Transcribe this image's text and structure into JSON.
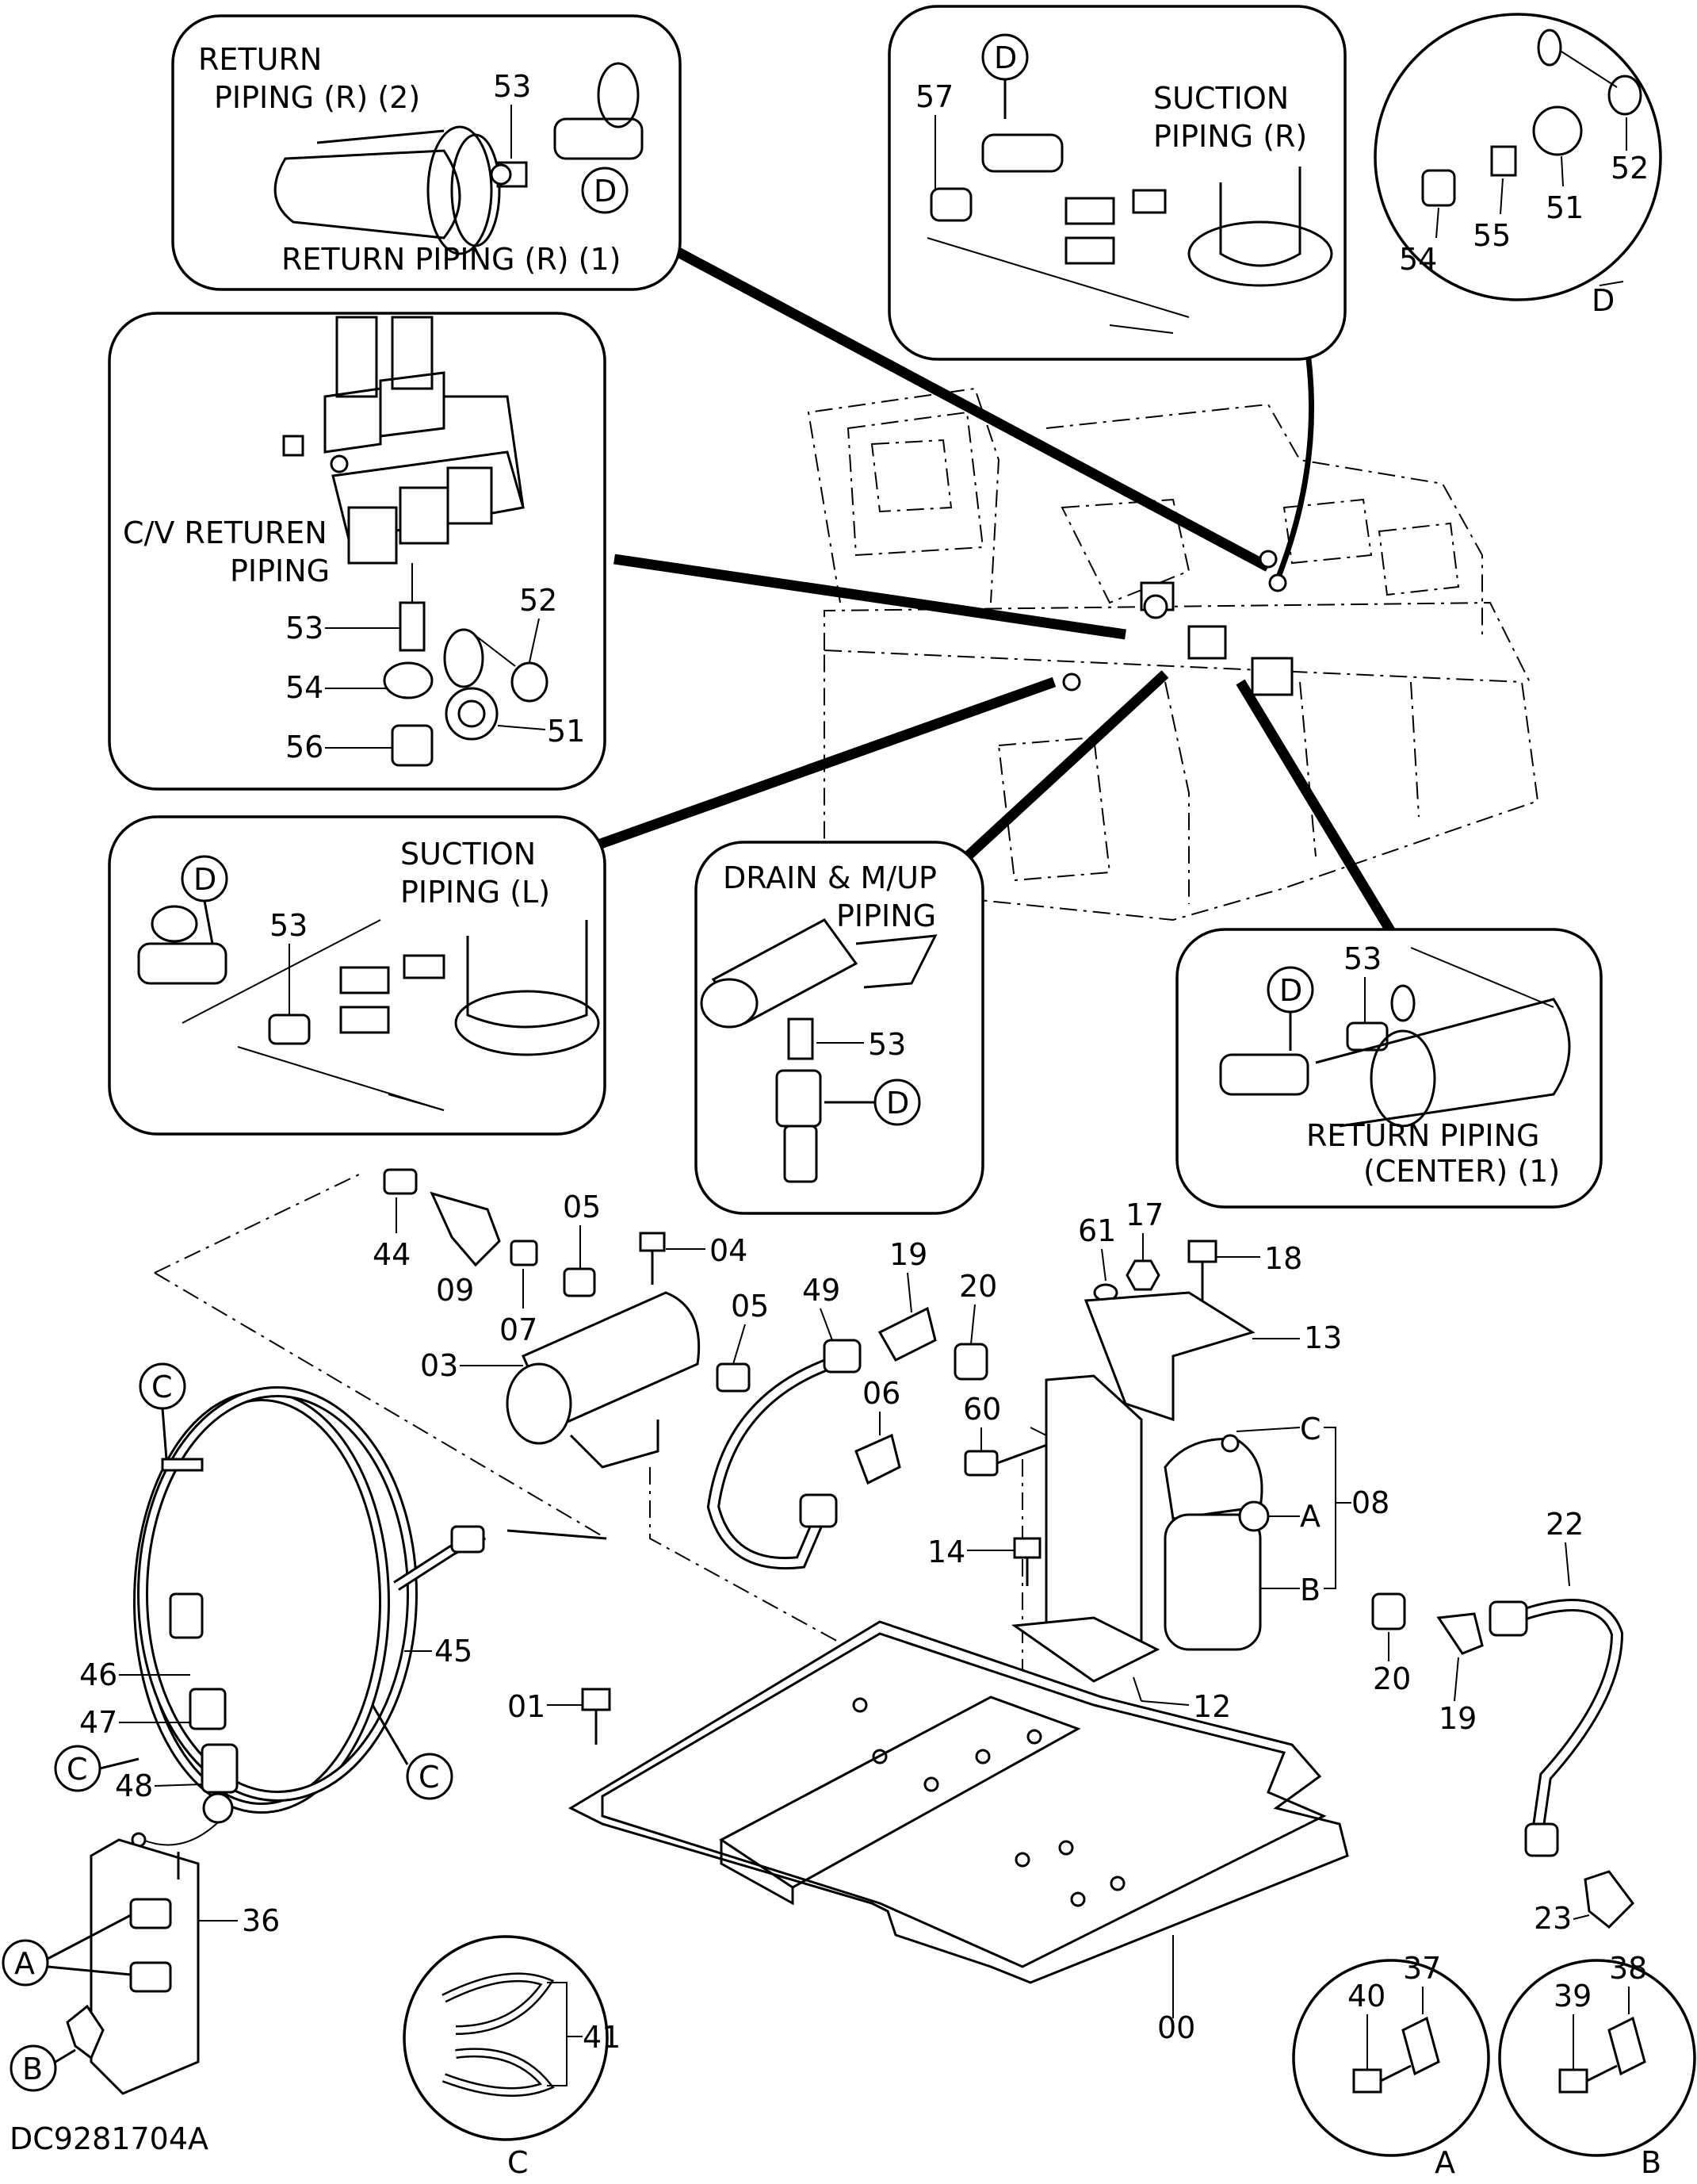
{
  "drawing_code": "DC9281704A",
  "detail_views": {
    "return_piping_r2": {
      "title_line1": "RETURN",
      "title_line2": "PIPING  (R)  (2)",
      "caption": "RETURN  PIPING  (R)  (1)"
    },
    "suction_piping_r": {
      "title_line1": "SUCTION",
      "title_line2": "PIPING  (R)"
    },
    "detail_d": {
      "view_letter": "D"
    },
    "cv_return_piping": {
      "title_line1": "C/V RETUREN",
      "title_line2": "PIPING"
    },
    "suction_piping_l": {
      "title_line1": "SUCTION",
      "title_line2": "PIPING  (L)"
    },
    "drain_mup_piping": {
      "title_line1": "DRAIN & M/UP",
      "title_line2": "PIPING"
    },
    "return_piping_center": {
      "title_line1": "RETURN  PIPING",
      "title_line2": "(CENTER)  (1)"
    },
    "detail_c": {
      "view_letter": "C"
    },
    "detail_a": {
      "view_letter": "A"
    },
    "detail_b": {
      "view_letter": "B"
    }
  },
  "callout_letters": {
    "a": "A",
    "b": "B",
    "c": "C",
    "d": "D"
  },
  "part_numbers": {
    "p00": "00",
    "p01": "01",
    "p03": "03",
    "p04": "04",
    "p05": "05",
    "p06": "06",
    "p07": "07",
    "p08": "08",
    "p09": "09",
    "p12": "12",
    "p13": "13",
    "p14": "14",
    "p17": "17",
    "p18": "18",
    "p19": "19",
    "p20": "20",
    "p22": "22",
    "p23": "23",
    "p36": "36",
    "p37": "37",
    "p38": "38",
    "p39": "39",
    "p40": "40",
    "p41": "41",
    "p44": "44",
    "p45": "45",
    "p46": "46",
    "p47": "47",
    "p48": "48",
    "p49": "49",
    "p51": "51",
    "p52": "52",
    "p53": "53",
    "p54": "54",
    "p55": "55",
    "p56": "56",
    "p57": "57",
    "p60": "60",
    "p61": "61"
  }
}
